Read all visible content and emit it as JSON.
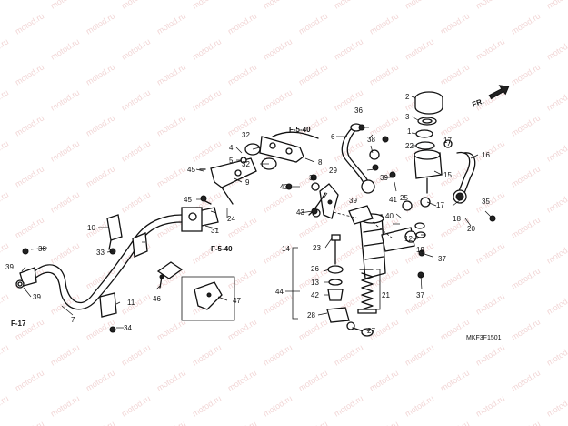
{
  "watermark": {
    "text": "motod.ru"
  },
  "direction_marker": {
    "label": "FR."
  },
  "diagram_code": "MKF3F1501",
  "references": {
    "f540_top": "F-5-40",
    "f540_mid": "F-5-40",
    "f17": "F-17"
  },
  "callouts": {
    "c1": "1",
    "c2": "2",
    "c3": "3",
    "c4": "4",
    "c5": "5",
    "c6": "6",
    "c7": "7",
    "c8": "8",
    "c9": "9",
    "c10": "10",
    "c11": "11",
    "c12": "12",
    "c13": "13",
    "c14": "14",
    "c15": "15",
    "c16": "16",
    "c17a": "17",
    "c17b": "17",
    "c18": "18",
    "c19": "19",
    "c20": "20",
    "c21": "21",
    "c22": "22",
    "c23": "23",
    "c24": "24",
    "c25": "25",
    "c26": "26",
    "c27": "27",
    "c28": "28",
    "c29": "29",
    "c30": "30",
    "c31": "31",
    "c32a": "32",
    "c32b": "32",
    "c33": "33",
    "c34": "34",
    "c35": "35",
    "c36": "36",
    "c37a": "37",
    "c37b": "37",
    "c38a": "38",
    "c38b": "38",
    "c39a": "39",
    "c39b": "39",
    "c39c": "39",
    "c39d": "39",
    "c40": "40",
    "c41": "41",
    "c42": "42",
    "c43a": "43",
    "c43b": "43",
    "c44": "44",
    "c45a": "45",
    "c45b": "45",
    "c46": "46",
    "c47": "47"
  }
}
